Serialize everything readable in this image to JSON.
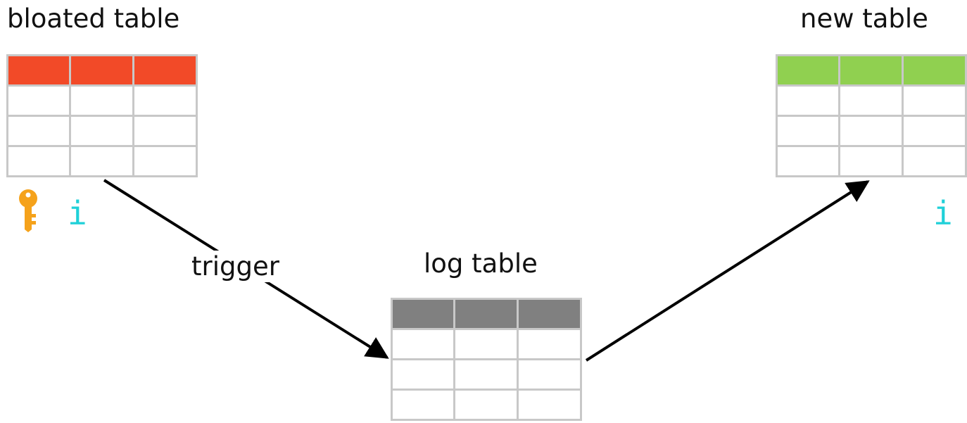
{
  "diagram": {
    "bloated": {
      "label": "bloated table",
      "header_color": "#f24a28",
      "icon_key": "key-icon",
      "icon_i": "i",
      "key_color": "#f5a21b",
      "i_color": "#1fd0d8"
    },
    "log": {
      "label": "log table",
      "header_color": "#808080"
    },
    "new": {
      "label": "new table",
      "header_color": "#90d050",
      "icon_i": "i",
      "i_color": "#1fd0d8"
    },
    "edges": {
      "trigger_label": "trigger"
    }
  }
}
